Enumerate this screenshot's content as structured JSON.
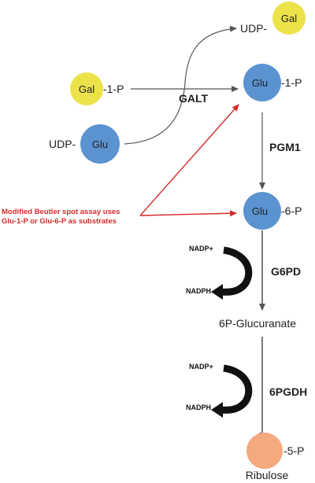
{
  "colors": {
    "gal_yellow": "#ece24a",
    "glu_blue": "#5b93d1",
    "ribulose_orange": "#f4a97f",
    "note_red": "#d62a2a",
    "arrow_gray": "#555555"
  },
  "nodes": {
    "udp_gal": {
      "prefix": "UDP-",
      "label": "Gal",
      "suffix": ""
    },
    "gal_1p": {
      "prefix": "",
      "label": "Gal",
      "suffix": "-1-P"
    },
    "udp_glu": {
      "prefix": "UDP-",
      "label": "Glu",
      "suffix": ""
    },
    "glu_1p": {
      "prefix": "",
      "label": "Glu",
      "suffix": "-1-P"
    },
    "glu_6p": {
      "prefix": "",
      "label": "Glu",
      "suffix": "-6-P"
    },
    "ribulose_5p": {
      "prefix": "",
      "label": "",
      "suffix": "-5-P",
      "caption": "Ribulose"
    }
  },
  "enzymes": {
    "galt": "GALT",
    "pgm1": "PGM1",
    "g6pd": "G6PD",
    "pgdh": "6PGDH"
  },
  "cofactors": {
    "g6pd_in": "NADP+",
    "g6pd_out": "NADPH",
    "pgdh_in": "NADP+",
    "pgdh_out": "NADPH"
  },
  "intermediate": "6P-Glucuranate",
  "note": {
    "line1": "Modified Beutler spot assay uses",
    "line2": "Glu-1-P or Glu-6-P as substrates"
  }
}
